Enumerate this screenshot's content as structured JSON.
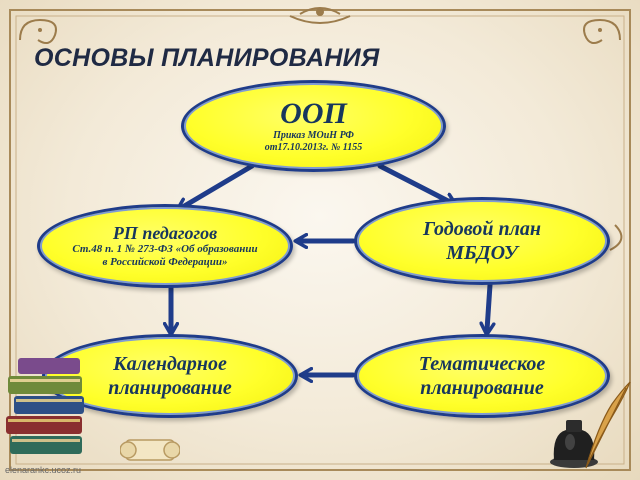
{
  "slide": {
    "title": "ОСНОВЫ ПЛАНИРОВАНИЯ",
    "watermark": "elenarankc.ucoz.ru"
  },
  "nodes": {
    "oop": {
      "title": "ООП",
      "line1": "Приказ МОиН РФ",
      "line2": "от17.10.2013г. № 1155"
    },
    "rp": {
      "title": "РП педагогов",
      "sub": "Ст.48 п. 1 № 273-ФЗ «Об образовании в Российской Федерации»"
    },
    "god": {
      "line1": "Годовой план",
      "line2": "МБДОУ"
    },
    "kal": {
      "line1": "Календарное",
      "line2": "планирование"
    },
    "tem": {
      "line1": "Тематическое",
      "line2": "планирование"
    }
  },
  "colors": {
    "node_fill": "#ffff2a",
    "node_border": "#1f3c8a",
    "text": "#17365d",
    "arrow": "#1f3c8a"
  },
  "icons": [
    "ornate-frame-icon",
    "books-stack-icon",
    "scroll-icon",
    "inkwell-icon",
    "quill-pen-icon"
  ]
}
